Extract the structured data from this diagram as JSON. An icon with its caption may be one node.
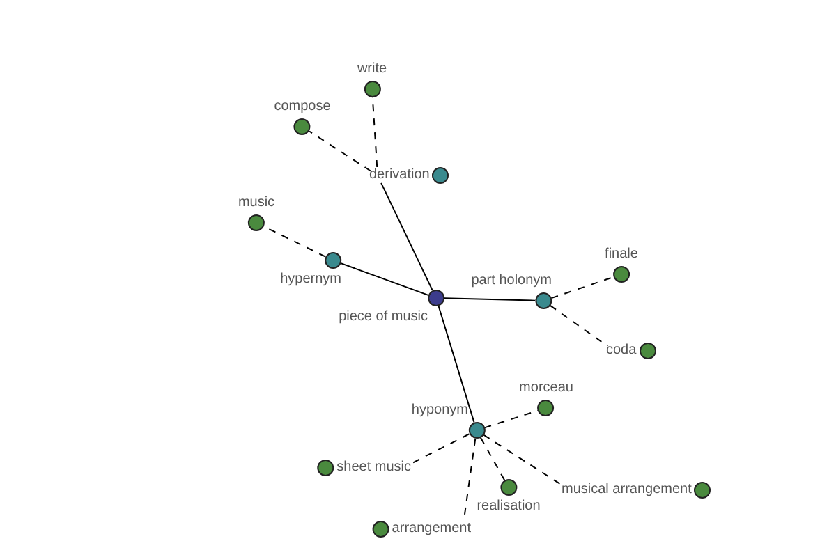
{
  "diagram": {
    "nodes": [
      {
        "text": [
          "piece of music"
        ]
      },
      {
        "text": [
          "derivation"
        ]
      },
      {
        "text": [
          "write"
        ]
      },
      {
        "text": [
          "compose"
        ]
      },
      {
        "text": [
          "hypernym"
        ]
      },
      {
        "text": [
          "music"
        ]
      },
      {
        "text": [
          "part holonym"
        ]
      },
      {
        "text": [
          "finale"
        ]
      },
      {
        "text": [
          "coda"
        ]
      },
      {
        "text": [
          "hyponym"
        ]
      },
      {
        "text": [
          "morceau"
        ]
      },
      {
        "text": [
          "sheet music"
        ]
      },
      {
        "text": [
          "realisation"
        ]
      },
      {
        "text": [
          "musical arrangement"
        ]
      },
      {
        "text": [
          "arrangement"
        ]
      }
    ],
    "edges": [
      {
        "from": 0,
        "to": 1,
        "arrow": "none"
      },
      {
        "from": 0,
        "to": 4,
        "arrow": "none"
      },
      {
        "from": 0,
        "to": 6,
        "arrow": "none"
      },
      {
        "from": 0,
        "to": 9,
        "arrow": "none"
      },
      {
        "from": 1,
        "to": 2,
        "arrow": "none",
        "style": "dashed"
      },
      {
        "from": 1,
        "to": 3,
        "arrow": "none",
        "style": "dashed"
      },
      {
        "from": 4,
        "to": 5,
        "arrow": "none",
        "style": "dashed"
      },
      {
        "from": 6,
        "to": 7,
        "arrow": "none",
        "style": "dashed"
      },
      {
        "from": 6,
        "to": 8,
        "arrow": "none",
        "style": "dashed"
      },
      {
        "from": 9,
        "to": 10,
        "arrow": "none",
        "style": "dashed"
      },
      {
        "from": 9,
        "to": 11,
        "arrow": "none",
        "style": "dashed"
      },
      {
        "from": 9,
        "to": 12,
        "arrow": "none",
        "style": "dashed"
      },
      {
        "from": 9,
        "to": 13,
        "arrow": "none",
        "style": "dashed"
      },
      {
        "from": 9,
        "to": 14,
        "arrow": "none",
        "style": "dashed"
      }
    ]
  }
}
